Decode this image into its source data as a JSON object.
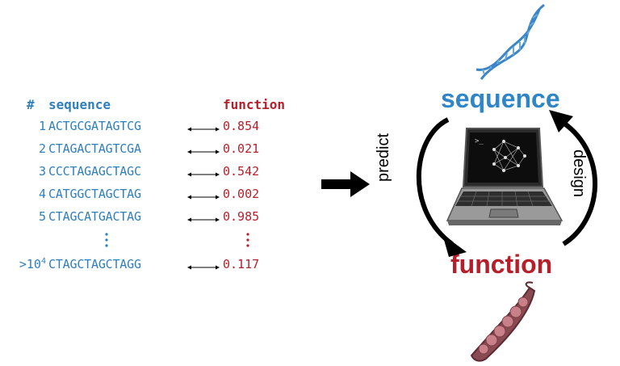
{
  "table": {
    "headers": {
      "index": "#",
      "sequence": "sequence",
      "function": "function"
    },
    "rows": [
      {
        "index": "1",
        "sequence": "ACTGCGATAGTCG",
        "value": "0.854"
      },
      {
        "index": "2",
        "sequence": "CTAGACTAGTCGA",
        "value": "0.021"
      },
      {
        "index": "3",
        "sequence": "CCCTAGAGCTAGC",
        "value": "0.542"
      },
      {
        "index": "4",
        "sequence": "CATGGCTAGCTAG",
        "value": "0.002"
      },
      {
        "index": "5",
        "sequence": "CTAGCATGACTAG",
        "value": "0.985"
      }
    ],
    "last_row": {
      "index_prefix": ">10",
      "index_exponent": "4",
      "sequence": "CTAGCTAGCTAGG",
      "value": "0.117"
    }
  },
  "cycle": {
    "top_label": "sequence",
    "bottom_label": "function",
    "left_label": "predict",
    "right_label": "design"
  },
  "icons": [
    "dna-icon",
    "laptop-neural-network-icon",
    "pea-pod-icon",
    "right-arrow-icon"
  ],
  "colors": {
    "sequence_blue": "#2e7fbf",
    "function_red": "#b81e2a",
    "arrow_black": "#000000"
  }
}
